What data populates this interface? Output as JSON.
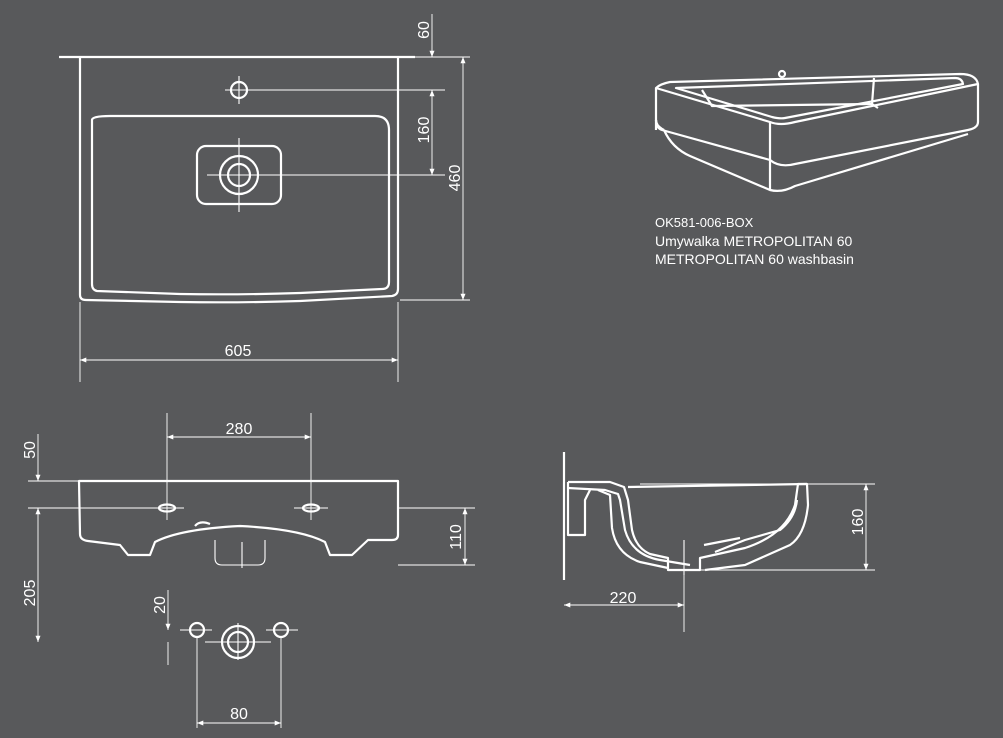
{
  "product": {
    "code": "OK581-006-BOX",
    "name_pl": "Umywalka METROPOLITAN 60",
    "name_en": "METROPOLITAN 60 washbasin"
  },
  "colors": {
    "background": "#58595b",
    "line": "#ffffff"
  },
  "views": {
    "top": {
      "dims": {
        "width": "605",
        "depth": "460",
        "tap_offset": "60",
        "drain_offset": "160"
      }
    },
    "front": {
      "dims": {
        "tap_spacing": "280",
        "tap_height": "50",
        "basin_height": "110",
        "fixing_height": "205",
        "waste_offset": "20",
        "waste_spacing": "80"
      }
    },
    "side": {
      "dims": {
        "height": "160",
        "drain_distance": "220"
      }
    },
    "perspective": {}
  }
}
